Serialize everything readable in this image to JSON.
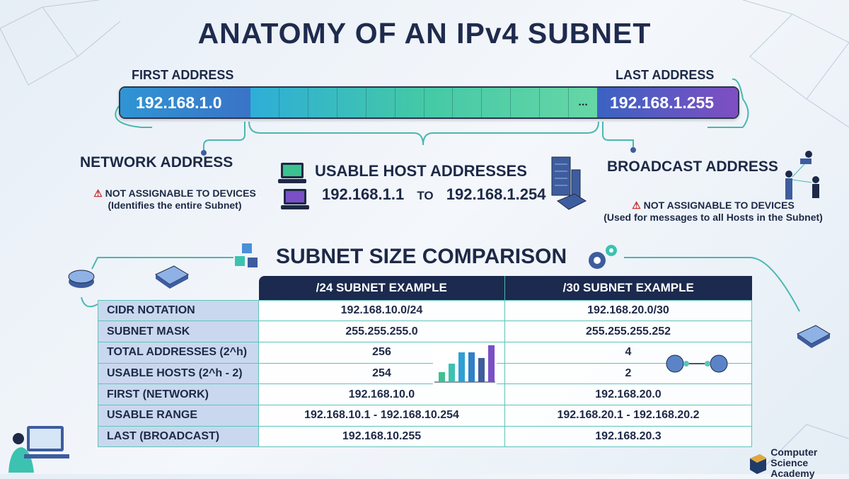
{
  "title": "ANATOMY OF AN IPv4 SUBNET",
  "first_label": "FIRST ADDRESS",
  "last_label": "LAST ADDRESS",
  "bar": {
    "first": "192.168.1.0",
    "ellipsis": "...",
    "last": "192.168.1.255"
  },
  "network": {
    "title": "NETWORK ADDRESS",
    "warning": "NOT ASSIGNABLE TO DEVICES",
    "note": "(Identifies the entire Subnet)"
  },
  "usable": {
    "title": "USABLE HOST ADDRESSES",
    "start": "192.168.1.1",
    "to": "TO",
    "end": "192.168.1.254"
  },
  "broadcast": {
    "title": "BROADCAST ADDRESS",
    "warning": "NOT ASSIGNABLE TO DEVICES",
    "note": "(Used for messages to all Hosts in the Subnet)"
  },
  "comparison": {
    "title": "SUBNET SIZE COMPARISON",
    "headers": [
      "/24 SUBNET EXAMPLE",
      "/30 SUBNET EXAMPLE"
    ],
    "rows": [
      {
        "label": "CIDR NOTATION",
        "a": "192.168.10.0/24",
        "b": "192.168.20.0/30"
      },
      {
        "label": "SUBNET MASK",
        "a": "255.255.255.0",
        "b": "255.255.255.252"
      },
      {
        "label": "TOTAL ADDRESSES (2^h)",
        "a": "256",
        "b": "4"
      },
      {
        "label": "USABLE HOSTS (2^h - 2)",
        "a": "254",
        "b": "2"
      },
      {
        "label": "FIRST (NETWORK)",
        "a": "192.168.10.0",
        "b": "192.168.20.0"
      },
      {
        "label": "USABLE RANGE",
        "a": "192.168.10.1 - 192.168.10.254",
        "b": "192.168.20.1 - 192.168.20.2"
      },
      {
        "label": "LAST (BROADCAST)",
        "a": "192.168.10.255",
        "b": "192.168.20.3"
      }
    ]
  },
  "logo": {
    "line1": "Computer Science",
    "line2": "Academy"
  },
  "colors": {
    "navy": "#1b2a4e",
    "teal": "#5ec4bb",
    "warning": "#c62828"
  }
}
